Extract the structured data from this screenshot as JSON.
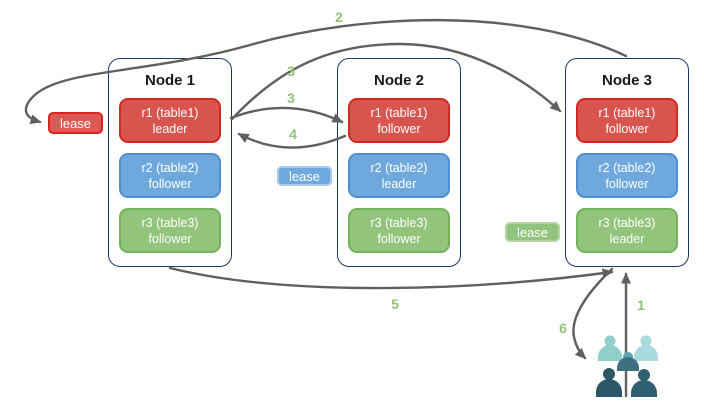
{
  "nodes": [
    {
      "title": "Node 1",
      "replicas": [
        {
          "label": "r1 (table1)",
          "role": "leader",
          "color": "red"
        },
        {
          "label": "r2 (table2)",
          "role": "follower",
          "color": "blue"
        },
        {
          "label": "r3 (table3)",
          "role": "follower",
          "color": "green"
        }
      ]
    },
    {
      "title": "Node 2",
      "replicas": [
        {
          "label": "r1 (table1)",
          "role": "follower",
          "color": "red"
        },
        {
          "label": "r2 (table2)",
          "role": "leader",
          "color": "blue"
        },
        {
          "label": "r3 (table3)",
          "role": "follower",
          "color": "green"
        }
      ]
    },
    {
      "title": "Node 3",
      "replicas": [
        {
          "label": "r1 (table1)",
          "role": "follower",
          "color": "red"
        },
        {
          "label": "r2 (table2)",
          "role": "follower",
          "color": "blue"
        },
        {
          "label": "r3 (table3)",
          "role": "leader",
          "color": "green"
        }
      ]
    }
  ],
  "leases": [
    {
      "label": "lease",
      "color": "red"
    },
    {
      "label": "lease",
      "color": "blue"
    },
    {
      "label": "lease",
      "color": "green"
    }
  ],
  "flows": [
    {
      "step": "1",
      "from": "users",
      "to": "node3-r3-leader"
    },
    {
      "step": "2",
      "from": "node3",
      "to": "lease-red"
    },
    {
      "step": "3",
      "from": "node1-r1-leader",
      "to": "node3-r1-follower"
    },
    {
      "step": "3",
      "from": "node1-r1-leader",
      "to": "node2-r1-follower"
    },
    {
      "step": "4",
      "from": "node2-r1-follower",
      "to": "node1-r1-leader"
    },
    {
      "step": "5",
      "from": "node1",
      "to": "node3-r3-leader"
    },
    {
      "step": "6",
      "from": "node3-r3-leader",
      "to": "users"
    }
  ],
  "icons": {
    "users": "users-group-icon"
  },
  "colors": {
    "replica_red_fill": "#d8544e",
    "replica_red_border": "#d02a20",
    "replica_blue_fill": "#6fa8dc",
    "replica_blue_border": "#4e8fd0",
    "replica_green_fill": "#92c47c",
    "replica_green_border": "#74b35a",
    "node_border": "#1f3864",
    "arrow": "#606060",
    "step_label": "#8fc377",
    "users_icon": [
      "#8fcfca",
      "#a9dade",
      "#59a6b0",
      "#3e7080",
      "#2b5766",
      "#2f5f70"
    ]
  }
}
